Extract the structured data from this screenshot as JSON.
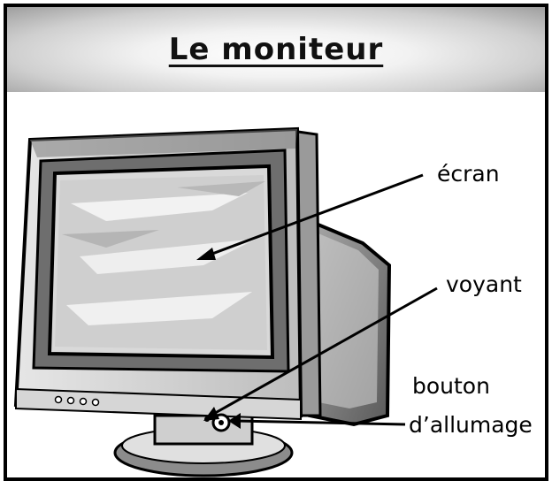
{
  "title": "Le moniteur",
  "labels": {
    "screen": "écran",
    "indicator": "voyant",
    "power_button_line1": "bouton",
    "power_button_line2": "d’allumage"
  }
}
